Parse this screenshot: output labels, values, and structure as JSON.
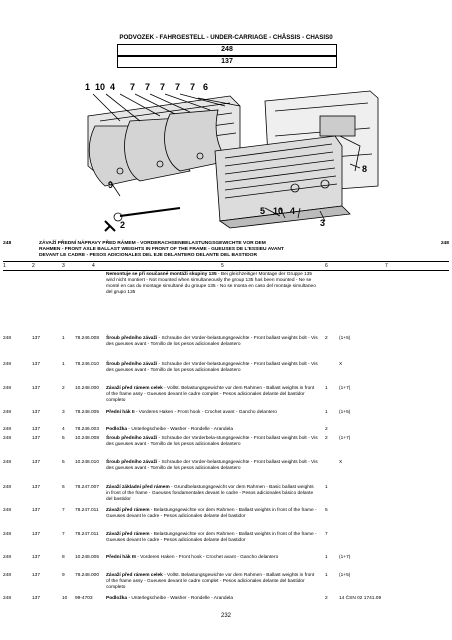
{
  "header": {
    "title": "PODVOZEK - FAHRGESTELL - UNDER-CARRIAGE - CHÂSSIS - CHASIS0",
    "group_code": "248",
    "subgroup_code": "137"
  },
  "figure": {
    "callouts_top": [
      "1",
      "10",
      "4",
      "7",
      "7",
      "7",
      "7",
      "7",
      "6"
    ],
    "callouts_left": [
      "9",
      "2"
    ],
    "callouts_bottom": [
      "5",
      "10",
      "4",
      "3"
    ],
    "callouts_right": [
      "8"
    ]
  },
  "section": {
    "number_left": "248",
    "number_right": "248",
    "title_lines": [
      "ZÁVAŽÍ PŘEDNÍ NÁPRAVY PŘED RÁMEM - VORDERACHSENBELASTUNGSGEWICHTE VOR DEM",
      "RAHMEN - FRONT AXLE BALLAST WEIGHTS IN FRONT OF THE FRAME - GUEUSES DE L'ESSIEU AVANT",
      "DEVANT LE CADRE - PESOS ADICIONALES DEL EJE DELANTERO DELANTE DEL BASTIDOR"
    ]
  },
  "columns": [
    "1",
    "2",
    "3",
    "4",
    "5",
    "6",
    "7"
  ],
  "note": {
    "bold": "Nemontuje se při současné montáži skupiny 135",
    "rest": " - Bei gleichzeitiger Montage der  Gruppe 135 wird nicht montiert - Not mounted when simultaneously the group 135 has been mounted - Ne se monté en cas du montage simultané du groupe 135 - No se monta en caso del montaje simultaneo del grupo 135"
  },
  "rows": [
    {
      "c1": "248",
      "c2": "137",
      "c3": "1",
      "c4": "78.246.008",
      "bold": "Šroub předního závaží",
      "rest": " - Schraube der Vorder-belastungsgewichte - Front ballast weights bolt - Vis des gueuses avant - Tornillo de los pesos adicionales delantero",
      "c6": "2",
      "c7": "(1+5)"
    },
    {
      "c1": "248",
      "c2": "137",
      "c3": "1",
      "c4": "78.246.010",
      "bold": "Šroub předního závaží",
      "rest": " - Schraube der Vorder-belastungsgewichte - Front ballast weights bolt - Vis des gueuses avant - Tornillo de los pesos adicionales delantero",
      "c6": "",
      "c7": "X"
    },
    {
      "c1": "248",
      "c2": "137",
      "c3": "2",
      "c4": "10.248.000",
      "bold": "Závaží před rámem celek",
      "rest": " - Vollst. Belastungsgewichte vor dem Rahmen - Ballast weights in front of the frame assy - Gueuses devant le cadre complet - Pesos adicionales delante del bastidor completo",
      "c6": "1",
      "c7": "(1+7)"
    },
    {
      "c1": "248",
      "c2": "137",
      "c3": "3",
      "c4": "78.248.005",
      "bold": "Přední hák II",
      "rest": " - Vorderes Haken - Front hook - Crochet avant - Gancho delantero",
      "c6": "1",
      "c7": "(1+5)"
    },
    {
      "c1": "248",
      "c2": "137",
      "c3": "4",
      "c4": "78.246.003",
      "bold": "Podložka",
      "rest": " - Unterlegscheibe - Washer - Rondelle - Arandela",
      "c6": "2",
      "c7": ""
    },
    {
      "c1": "248",
      "c2": "137",
      "c3": "5",
      "c4": "10.248.008",
      "bold": "Šroub předního závaží",
      "rest": " - Schraube der Vorderbela-stungsgewichte - Front ballast weights bolt - Vis des gueuses avant - Tornillo de los pesos adicionales delantero",
      "c6": "2",
      "c7": "(1+7)"
    },
    {
      "c1": "248",
      "c2": "137",
      "c3": "5",
      "c4": "10.248.010",
      "bold": "Šroub předního závaží",
      "rest": " - Schraube der Vorder-belastungsgewichte - Front ballast weights bolt - Vis des gueuses avant - Tornillo de los pesos adicionales delantero",
      "c6": "",
      "c7": "X"
    },
    {
      "c1": "248",
      "c2": "137",
      "c3": "6",
      "c4": "78.247.007",
      "bold": "Závaží základní před rámem",
      "rest": " - Grundbelastungsgewicht vor dem Rahmen - Basic ballast weights in front of the frame - Gueuses fondamentales devant le cadre - Pesos adicionales básico delante del bastidor",
      "c6": "1",
      "c7": ""
    },
    {
      "c1": "248",
      "c2": "137",
      "c3": "7",
      "c4": "78.247.011",
      "bold": "Závaží před rámem",
      "rest": " - Belastungsgewichte vor dem Rahmen - Ballast weights in front of the frame - Gueuses devant le cadre - Pesos adicionales delante del bastidor",
      "c6": "5",
      "c7": ""
    },
    {
      "c1": "248",
      "c2": "137",
      "c3": "7",
      "c4": "78.247.011",
      "bold": "Závaží před rámem",
      "rest": " - Belastungsgewichte vor dem Rahmen - Ballast weights in front of the frame - Gueuses devant le cadre - Pesos adicionales delante del bastidor",
      "c6": "7",
      "c7": ""
    },
    {
      "c1": "248",
      "c2": "137",
      "c3": "8",
      "c4": "10.248.005",
      "bold": "Přední hák III",
      "rest": " - Vorderes Haken - Front hook - Crochet avant - Gancho delantero",
      "c6": "1",
      "c7": "(1+7)"
    },
    {
      "c1": "248",
      "c2": "137",
      "c3": "9",
      "c4": "78.248.000",
      "bold": "Závaží před rámem celek",
      "rest": " - Vollst. Belastungsgewichte vor dem Rahmen - Ballast weights in front of the frame assy - Gueuses devant le cadre complet - Pesos adicionales delante del bastidor completo",
      "c6": "1",
      "c7": "(1+5)"
    },
    {
      "c1": "248",
      "c2": "137",
      "c3": "10",
      "c4": "99-4703",
      "bold": "Podložka",
      "rest": " - Unterlegscheibe - Washer - Rondelle - Arandela",
      "c6": "2",
      "c7": "14 ČSN 02 1741.09"
    }
  ],
  "page_number": "232"
}
